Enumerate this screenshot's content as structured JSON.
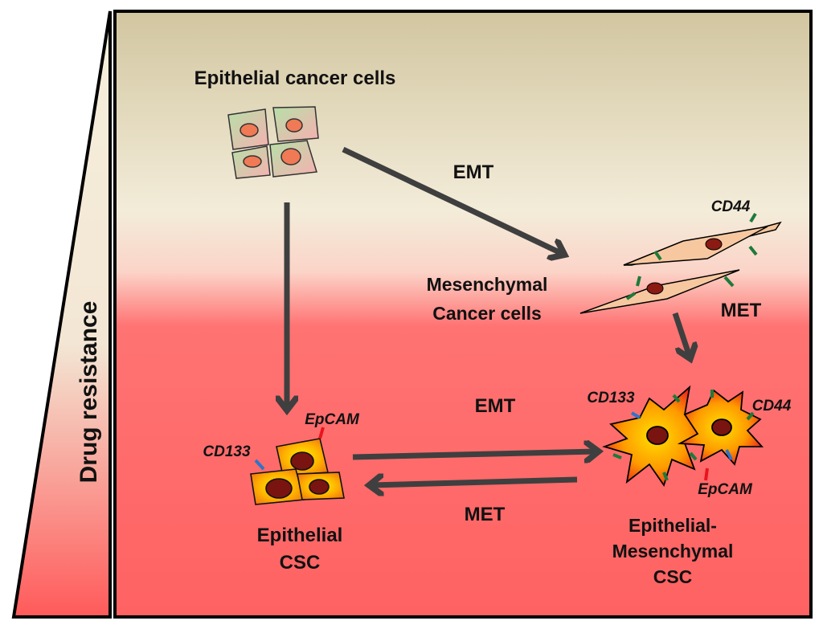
{
  "sidebar": {
    "label": "Drug resistance"
  },
  "cells": {
    "epithelial_cancer": "Epithelial cancer cells",
    "mesenchymal_line1": "Mesenchymal",
    "mesenchymal_line2": "Cancer cells",
    "epithelial_csc_line1": "Epithelial",
    "epithelial_csc_line2": "CSC",
    "em_csc_line1": "Epithelial-",
    "em_csc_line2": "Mesenchymal",
    "em_csc_line3": "CSC"
  },
  "transitions": {
    "emt_top": "EMT",
    "met_right": "MET",
    "emt_bottom": "EMT",
    "met_bottom": "MET"
  },
  "markers": {
    "cd44_top": "CD44",
    "cd133_left": "CD133",
    "epcam_left": "EpCAM",
    "cd133_right": "CD133",
    "cd44_right": "CD44",
    "epcam_right": "EpCAM"
  },
  "colors": {
    "cd133": "#2e75c9",
    "cd44": "#1e7a3a",
    "epcam": "#e8141e",
    "arrow": "#3f3f3f",
    "gradient_top": "#d8cca8",
    "gradient_mid": "#f4ecd8",
    "gradient_bottom": "#ff6464"
  }
}
